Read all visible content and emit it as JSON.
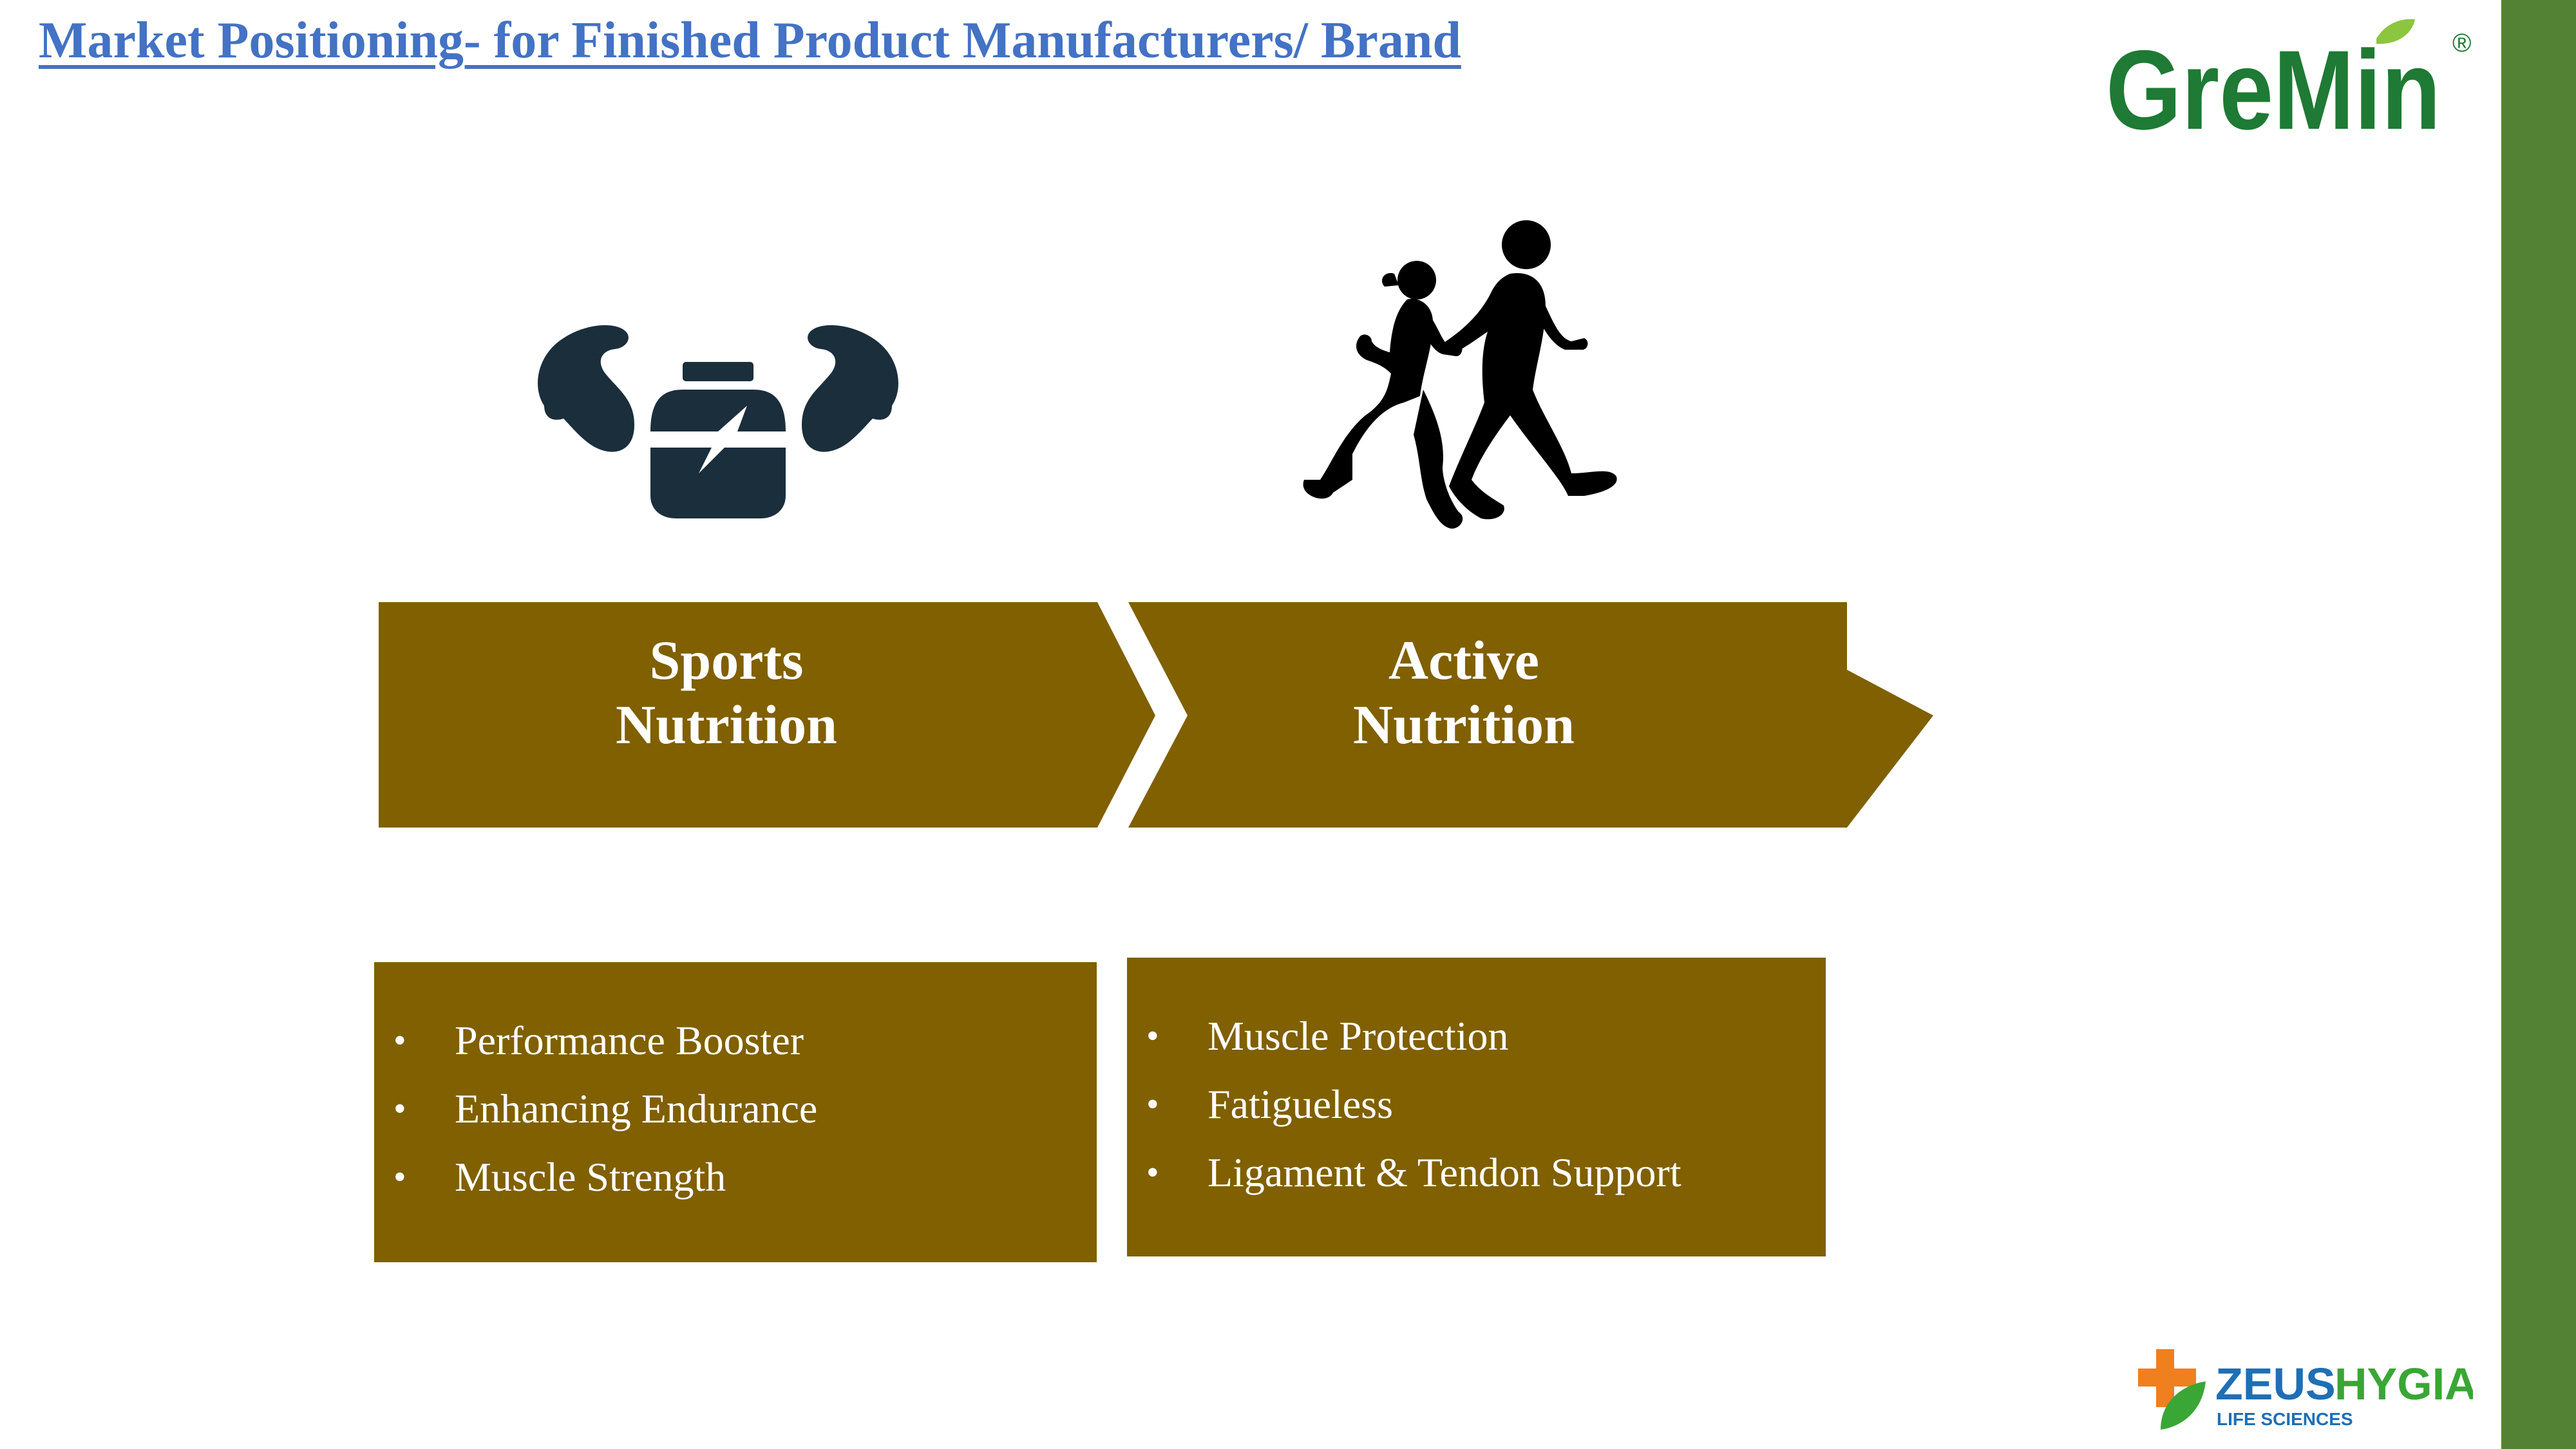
{
  "title": "Market Positioning- for Finished Product Manufacturers/ Brand",
  "logos": {
    "gremin": {
      "text": "GreMin",
      "mark": "®",
      "colors": {
        "dark_green": "#1e7a34",
        "light_green": "#8cc63f",
        "orange": "#f28c28"
      }
    },
    "zeushygia": {
      "name_part1": "ZEUS",
      "name_part2": "HYGIA",
      "tagline": "LIFE SCIENCES",
      "colors": {
        "orange": "#f07f1e",
        "blue": "#1f6fb4",
        "green": "#3aa635"
      }
    }
  },
  "stages": [
    {
      "title": "Sports\nNutrition",
      "icon": "muscle-supplement-jar-icon"
    },
    {
      "title": "Active\nNutrition",
      "icon": "runners-icon"
    }
  ],
  "benefits": [
    {
      "items": [
        "Performance Booster",
        "Enhancing Endurance",
        "Muscle Strength"
      ]
    },
    {
      "items": [
        "Muscle Protection",
        "Fatigueless",
        "Ligament & Tendon Support"
      ]
    }
  ],
  "bullet_char": "•",
  "colors": {
    "title_blue": "#4472c4",
    "panel_brown": "#806000",
    "sidebar_green": "#548235",
    "icon_navy": "#1b2e3c",
    "icon_black": "#000000"
  }
}
